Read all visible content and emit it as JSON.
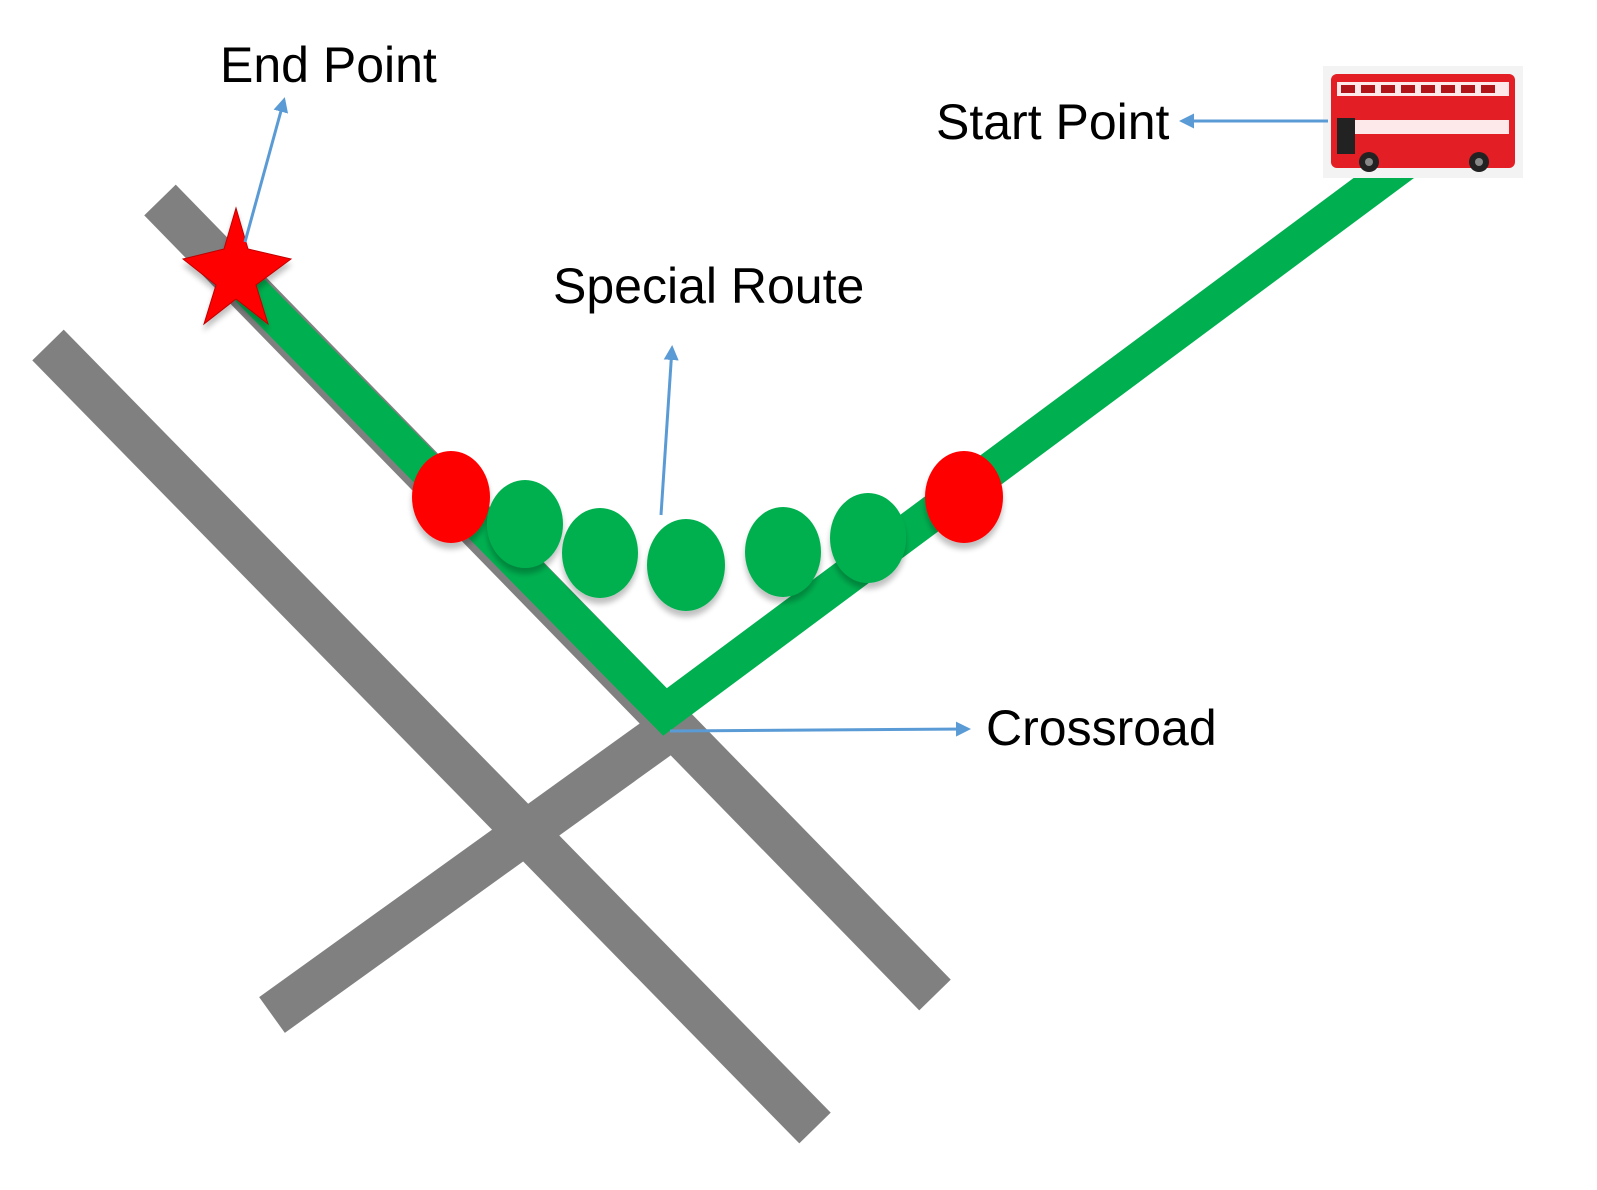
{
  "labels": {
    "end_point": "End Point",
    "start_point": "Start Point",
    "special_route": "Special Route",
    "crossroad": "Crossroad"
  },
  "colors": {
    "road": "#808080",
    "route": "#00b050",
    "marker": "#ff0000",
    "arrow": "#5b9bd5",
    "bus": "#e31e24"
  },
  "icons": {
    "end_marker": "star-icon",
    "start_marker": "bus-icon"
  },
  "route_stops": {
    "red_markers": 2,
    "green_markers": 5
  }
}
